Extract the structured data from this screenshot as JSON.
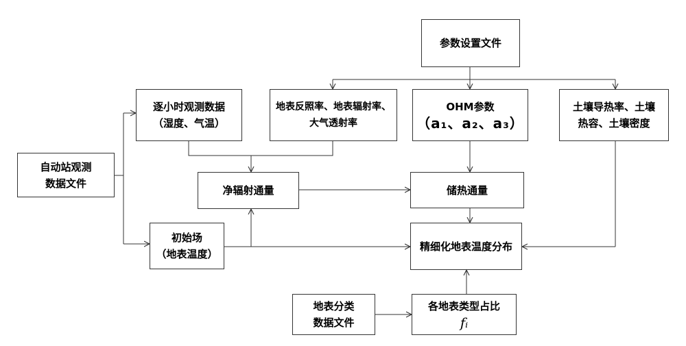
{
  "nodes": {
    "param_file": "参数设置文件",
    "hourly_obs": {
      "line1": "逐小时观测数据",
      "line2": "（湿度、气温）"
    },
    "albedo": {
      "line1": "地表反照率、地表辐射率、",
      "line2": "大气透射率"
    },
    "ohm": {
      "line1": "OHM参数",
      "line2": "（a₁、a₂、a₃）"
    },
    "soil": {
      "line1": "土壤导热率、土壤",
      "line2": "热容、土壤密度"
    },
    "auto_station": {
      "line1": "自动站观测",
      "line2": "数据文件"
    },
    "net_radiation": "净辐射通量",
    "heat_storage": "储热通量",
    "initial_field": {
      "line1": "初始场",
      "line2": "（地表温度）"
    },
    "fine_lst": "精细化地表温度分布",
    "landcover_file": {
      "line1": "地表分类",
      "line2": "数据文件"
    },
    "type_ratio": {
      "line1": "各地表类型占比",
      "symbol": "fᵢ"
    }
  },
  "colors": {
    "line": "#333333",
    "box_border": "#333333",
    "text": "#000000",
    "background": "#ffffff"
  }
}
